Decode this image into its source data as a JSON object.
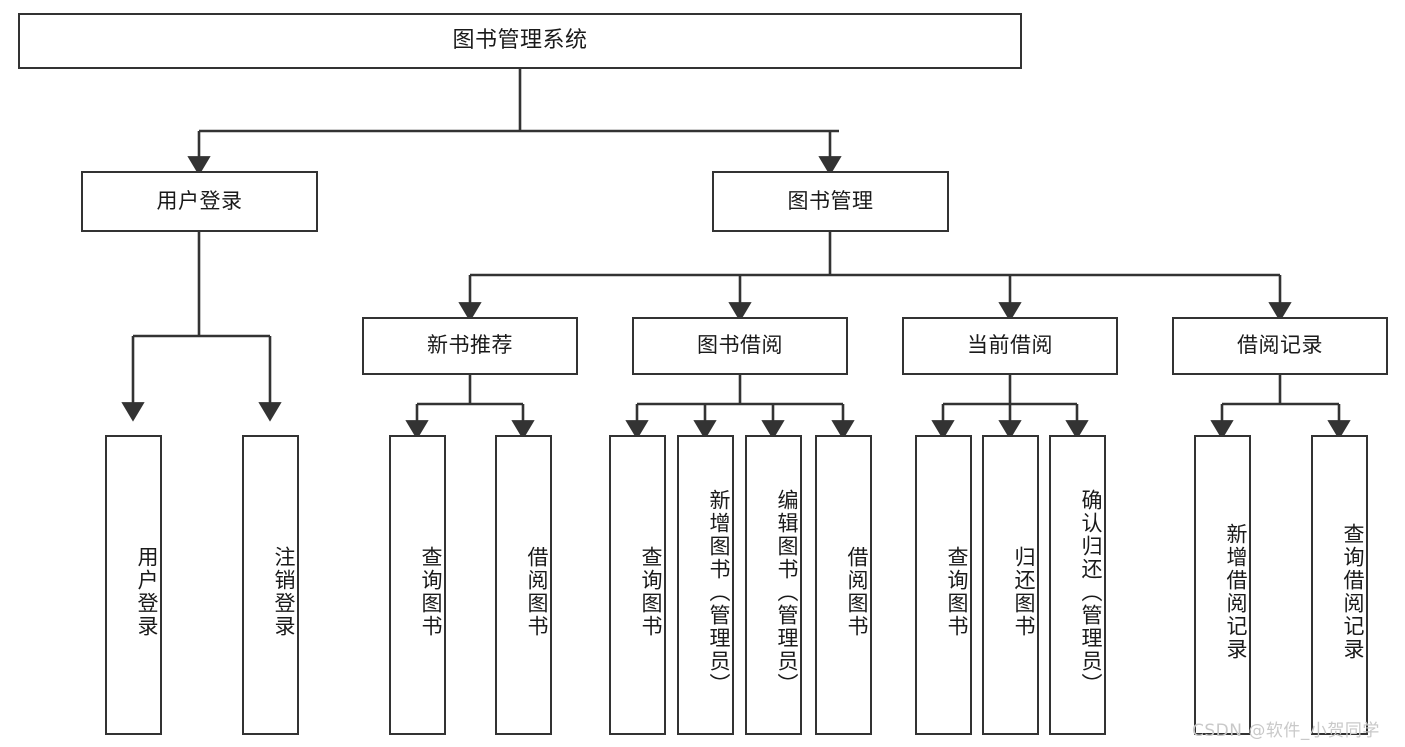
{
  "diagram": {
    "title": "图书管理系统",
    "type": "tree",
    "orientation": "top-down",
    "colors": {
      "background": "#ffffff",
      "box_border": "#333333",
      "box_fill": "#ffffff",
      "edge": "#333333",
      "text": "#1a1a1a",
      "watermark": "#c9c9c9"
    }
  },
  "nodes": {
    "root": {
      "label": "图书管理系统"
    },
    "level2": [
      {
        "id": "user-login",
        "label": "用户登录"
      },
      {
        "id": "book-manage",
        "label": "图书管理"
      }
    ],
    "level3": [
      {
        "id": "new-book-recommend",
        "label": "新书推荐"
      },
      {
        "id": "book-borrow",
        "label": "图书借阅"
      },
      {
        "id": "current-borrow",
        "label": "当前借阅"
      },
      {
        "id": "borrow-record",
        "label": "借阅记录"
      }
    ],
    "leaves": [
      {
        "id": "leaf-user-login",
        "label": "用户登录",
        "parent": "user-login"
      },
      {
        "id": "leaf-user-logout",
        "label": "注销登录",
        "parent": "user-login"
      },
      {
        "id": "leaf-query-book-1",
        "label": "查询图书",
        "parent": "new-book-recommend"
      },
      {
        "id": "leaf-borrow-book-1",
        "label": "借阅图书",
        "parent": "new-book-recommend"
      },
      {
        "id": "leaf-query-book-2",
        "label": "查询图书",
        "parent": "book-borrow"
      },
      {
        "id": "leaf-add-book",
        "label": "新增图书（管理员）",
        "parent": "book-borrow"
      },
      {
        "id": "leaf-edit-book",
        "label": "编辑图书（管理员）",
        "parent": "book-borrow"
      },
      {
        "id": "leaf-borrow-book-2",
        "label": "借阅图书",
        "parent": "book-borrow"
      },
      {
        "id": "leaf-query-book-3",
        "label": "查询图书",
        "parent": "current-borrow"
      },
      {
        "id": "leaf-return-book",
        "label": "归还图书",
        "parent": "current-borrow"
      },
      {
        "id": "leaf-confirm-return",
        "label": "确认归还（管理员）",
        "parent": "current-borrow"
      },
      {
        "id": "leaf-add-record",
        "label": "新增借阅记录",
        "parent": "borrow-record"
      },
      {
        "id": "leaf-query-record",
        "label": "查询借阅记录",
        "parent": "borrow-record"
      }
    ]
  },
  "watermark": {
    "text": "CSDN @软件_小贺同学"
  }
}
